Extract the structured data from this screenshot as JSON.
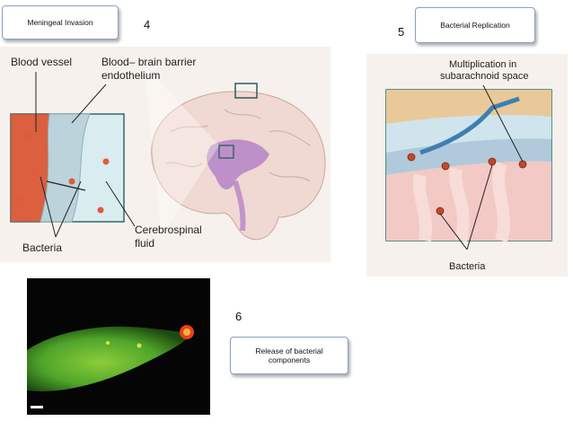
{
  "steps": {
    "step4": {
      "number": "4",
      "caption": "Meningeal Invasion"
    },
    "step5": {
      "number": "5",
      "caption": "Bacterial Replication"
    },
    "step6": {
      "number": "6",
      "caption": "Release of bacterial components"
    }
  },
  "panel_invasion": {
    "blood_vessel": "Blood vessel",
    "bbb_line1": "Blood– brain barrier",
    "bbb_line2": "endothelium",
    "bacteria": "Bacteria",
    "csf_line1": "Cerebrospinal",
    "csf_line2": "fluid"
  },
  "panel_replication": {
    "multiplication_line1": "Multiplication in",
    "multiplication_line2": "subarachnoid space",
    "bacteria": "Bacteria"
  },
  "colors": {
    "label_border": "#8aa0c6",
    "vessel_red": "#d9502c",
    "endothelium_blue": "#bcd3dc",
    "brain_pink": "#f0d9d2",
    "brain_purple": "#b583c9",
    "micrograph_green": "#4fa52a",
    "micrograph_red": "#e8401a"
  }
}
